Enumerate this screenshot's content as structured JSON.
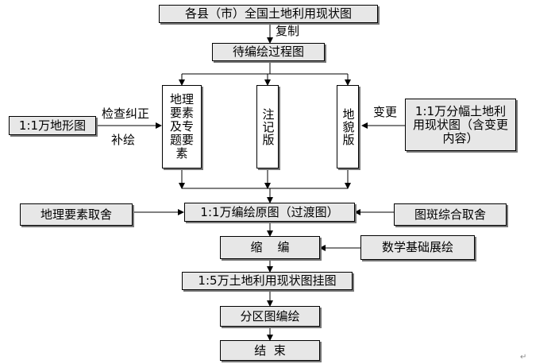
{
  "nodes": {
    "source_map": "各县（市）全国土地利用现状图",
    "draft": "待编绘过程图",
    "geo_elements": "地理要素及专题要素",
    "annotation": "注记版",
    "landform": "地貌版",
    "topo_map": "1:1万地形图",
    "sheet_map": "1:1万分幅土地利用现状图（含变更内容）",
    "original_map": "1:1万编绘原图（过渡图）",
    "geo_choice": "地理要素取舍",
    "patch_choice": "图斑综合取舍",
    "reduce": "缩    编",
    "math_base": "数学基础展绘",
    "wall_map": "1:5万土地利用现状图挂图",
    "district_map": "分区图编绘",
    "end": "结  束"
  },
  "edge_labels": {
    "copy": "复制",
    "check": "检查纠正",
    "supplement": "补绘",
    "change": "变更"
  },
  "paragraph_mark": "↵"
}
